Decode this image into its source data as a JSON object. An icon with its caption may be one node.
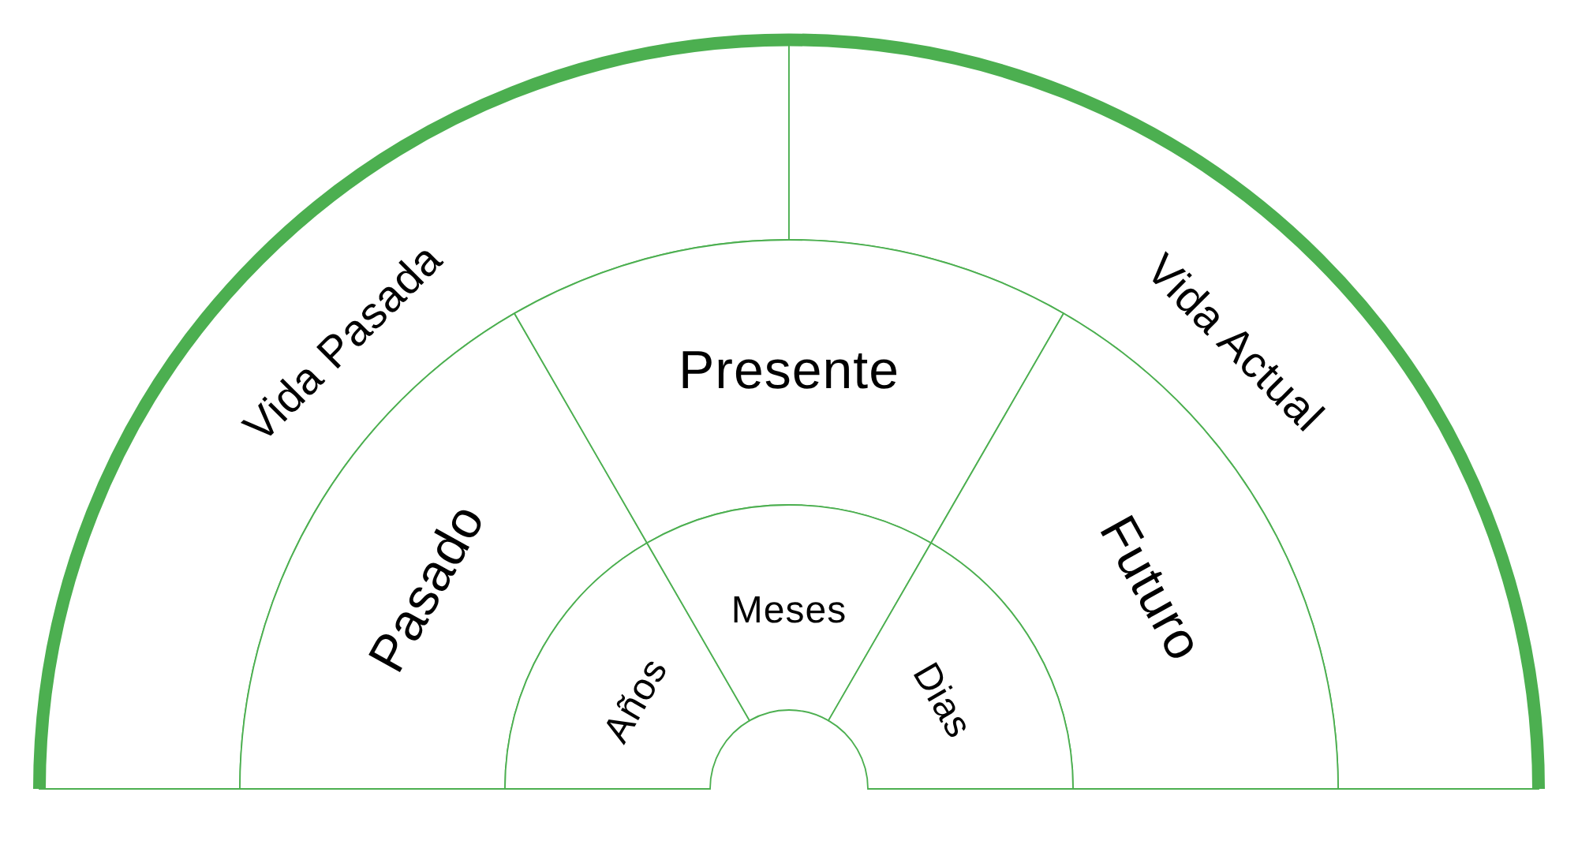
{
  "diagram": {
    "nodes": [
      {
        "text": [
          "Vida Pasada"
        ]
      },
      {
        "text": [
          "Vida Actual"
        ]
      },
      {
        "text": [
          "Pasado"
        ]
      },
      {
        "text": [
          "Presente"
        ]
      },
      {
        "text": [
          "Futuro"
        ]
      },
      {
        "text": [
          "Años"
        ]
      },
      {
        "text": [
          "Meses"
        ]
      },
      {
        "text": [
          "Dias"
        ]
      }
    ]
  }
}
